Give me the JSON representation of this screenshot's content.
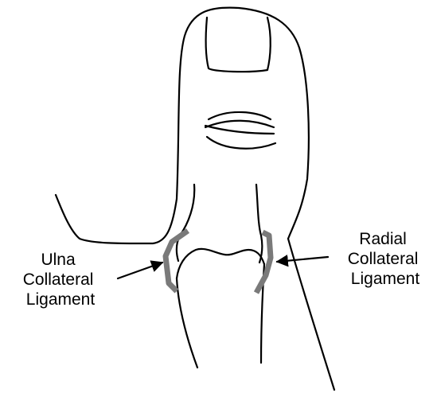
{
  "labels": {
    "ulna": [
      "Ulna",
      "Collateral",
      "Ligament"
    ],
    "radial": [
      "Radial",
      "Collateral",
      "Ligament"
    ]
  },
  "colors": {
    "outline": "#000000",
    "ligament": "#7a7a7a",
    "background": "#ffffff"
  }
}
